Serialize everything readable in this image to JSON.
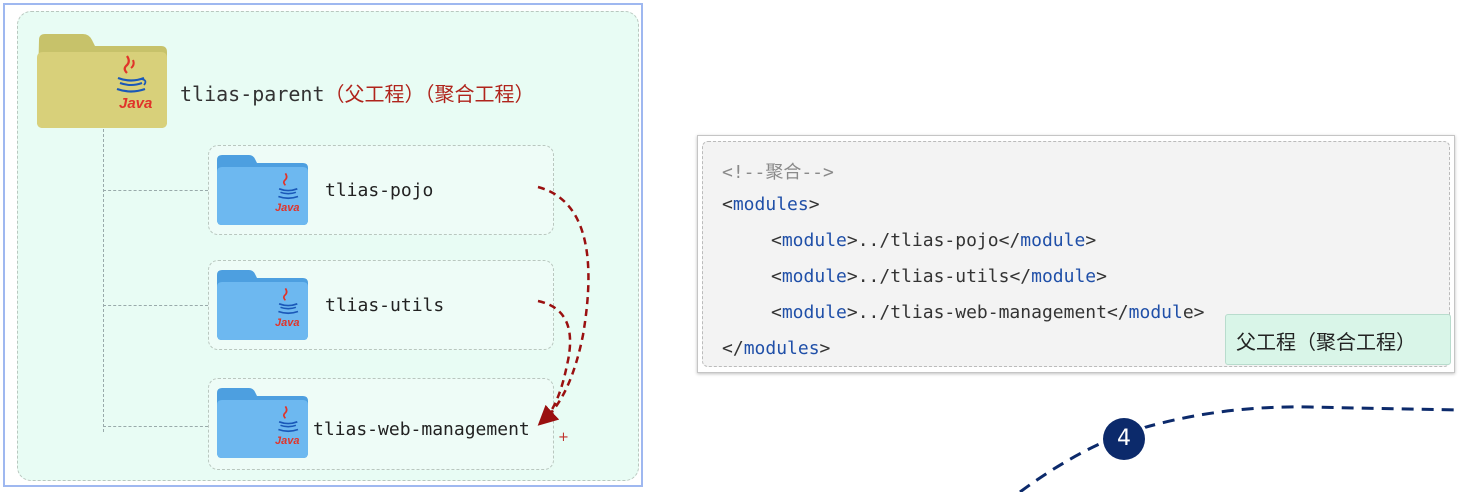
{
  "tree": {
    "parent": {
      "name": "tlias-parent",
      "tag": "（父工程）（聚合工程）",
      "icon_label": "Java"
    },
    "children": [
      {
        "name": "tlias-pojo",
        "icon_label": "Java"
      },
      {
        "name": "tlias-utils",
        "icon_label": "Java"
      },
      {
        "name": "tlias-web-management",
        "icon_label": "Java"
      }
    ],
    "plus_mark": "+"
  },
  "code": {
    "lines": [
      {
        "open": "",
        "tag": "",
        "close": "",
        "text": "<!--聚合-->"
      },
      {
        "open": "<",
        "tag": "modules",
        "close": ">",
        "text": ""
      },
      {
        "open": "<",
        "tag": "module",
        "close": ">",
        "text": "../tlias-pojo",
        "end_open": "</",
        "end_tag": "module",
        "end_close": ">"
      },
      {
        "open": "<",
        "tag": "module",
        "close": ">",
        "text": "../tlias-utils",
        "end_open": "</",
        "end_tag": "module",
        "end_close": ">"
      },
      {
        "open": "<",
        "tag": "module",
        "close": ">",
        "text": "../tlias-web-management",
        "end_open": "</",
        "end_tag": "modul",
        "end_close": "e>"
      },
      {
        "open": "</",
        "tag": "modules",
        "close": ">",
        "text": ""
      }
    ],
    "badge": "父工程（聚合工程）"
  },
  "step": {
    "number": "4"
  },
  "colors": {
    "accent_red": "#b0241c",
    "tag_blue": "#1f4fa8",
    "step_navy": "#0c2a6b",
    "panel_green": "#e8fcf4",
    "badge_green": "#d9f5e8"
  },
  "icons": [
    "java-folder-icon",
    "java-folder-icon-blue",
    "step-badge"
  ]
}
